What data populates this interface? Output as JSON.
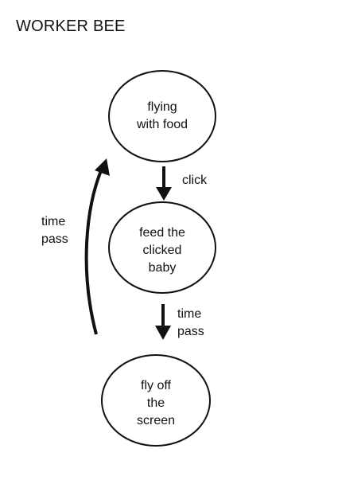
{
  "title": "WORKER BEE",
  "nodes": {
    "flying": {
      "line1": "flying",
      "line2": "with food"
    },
    "feed": {
      "line1": "feed the",
      "line2": "clicked",
      "line3": "baby"
    },
    "flyoff": {
      "line1": "fly off",
      "line2": "the",
      "line3": "screen"
    }
  },
  "edges": {
    "click": {
      "label": "click"
    },
    "time_pass_down": {
      "line1": "time",
      "line2": "pass"
    },
    "time_pass_loop": {
      "line1": "time",
      "line2": "pass"
    }
  },
  "colors": {
    "stroke": "#111111",
    "background": "#ffffff"
  }
}
